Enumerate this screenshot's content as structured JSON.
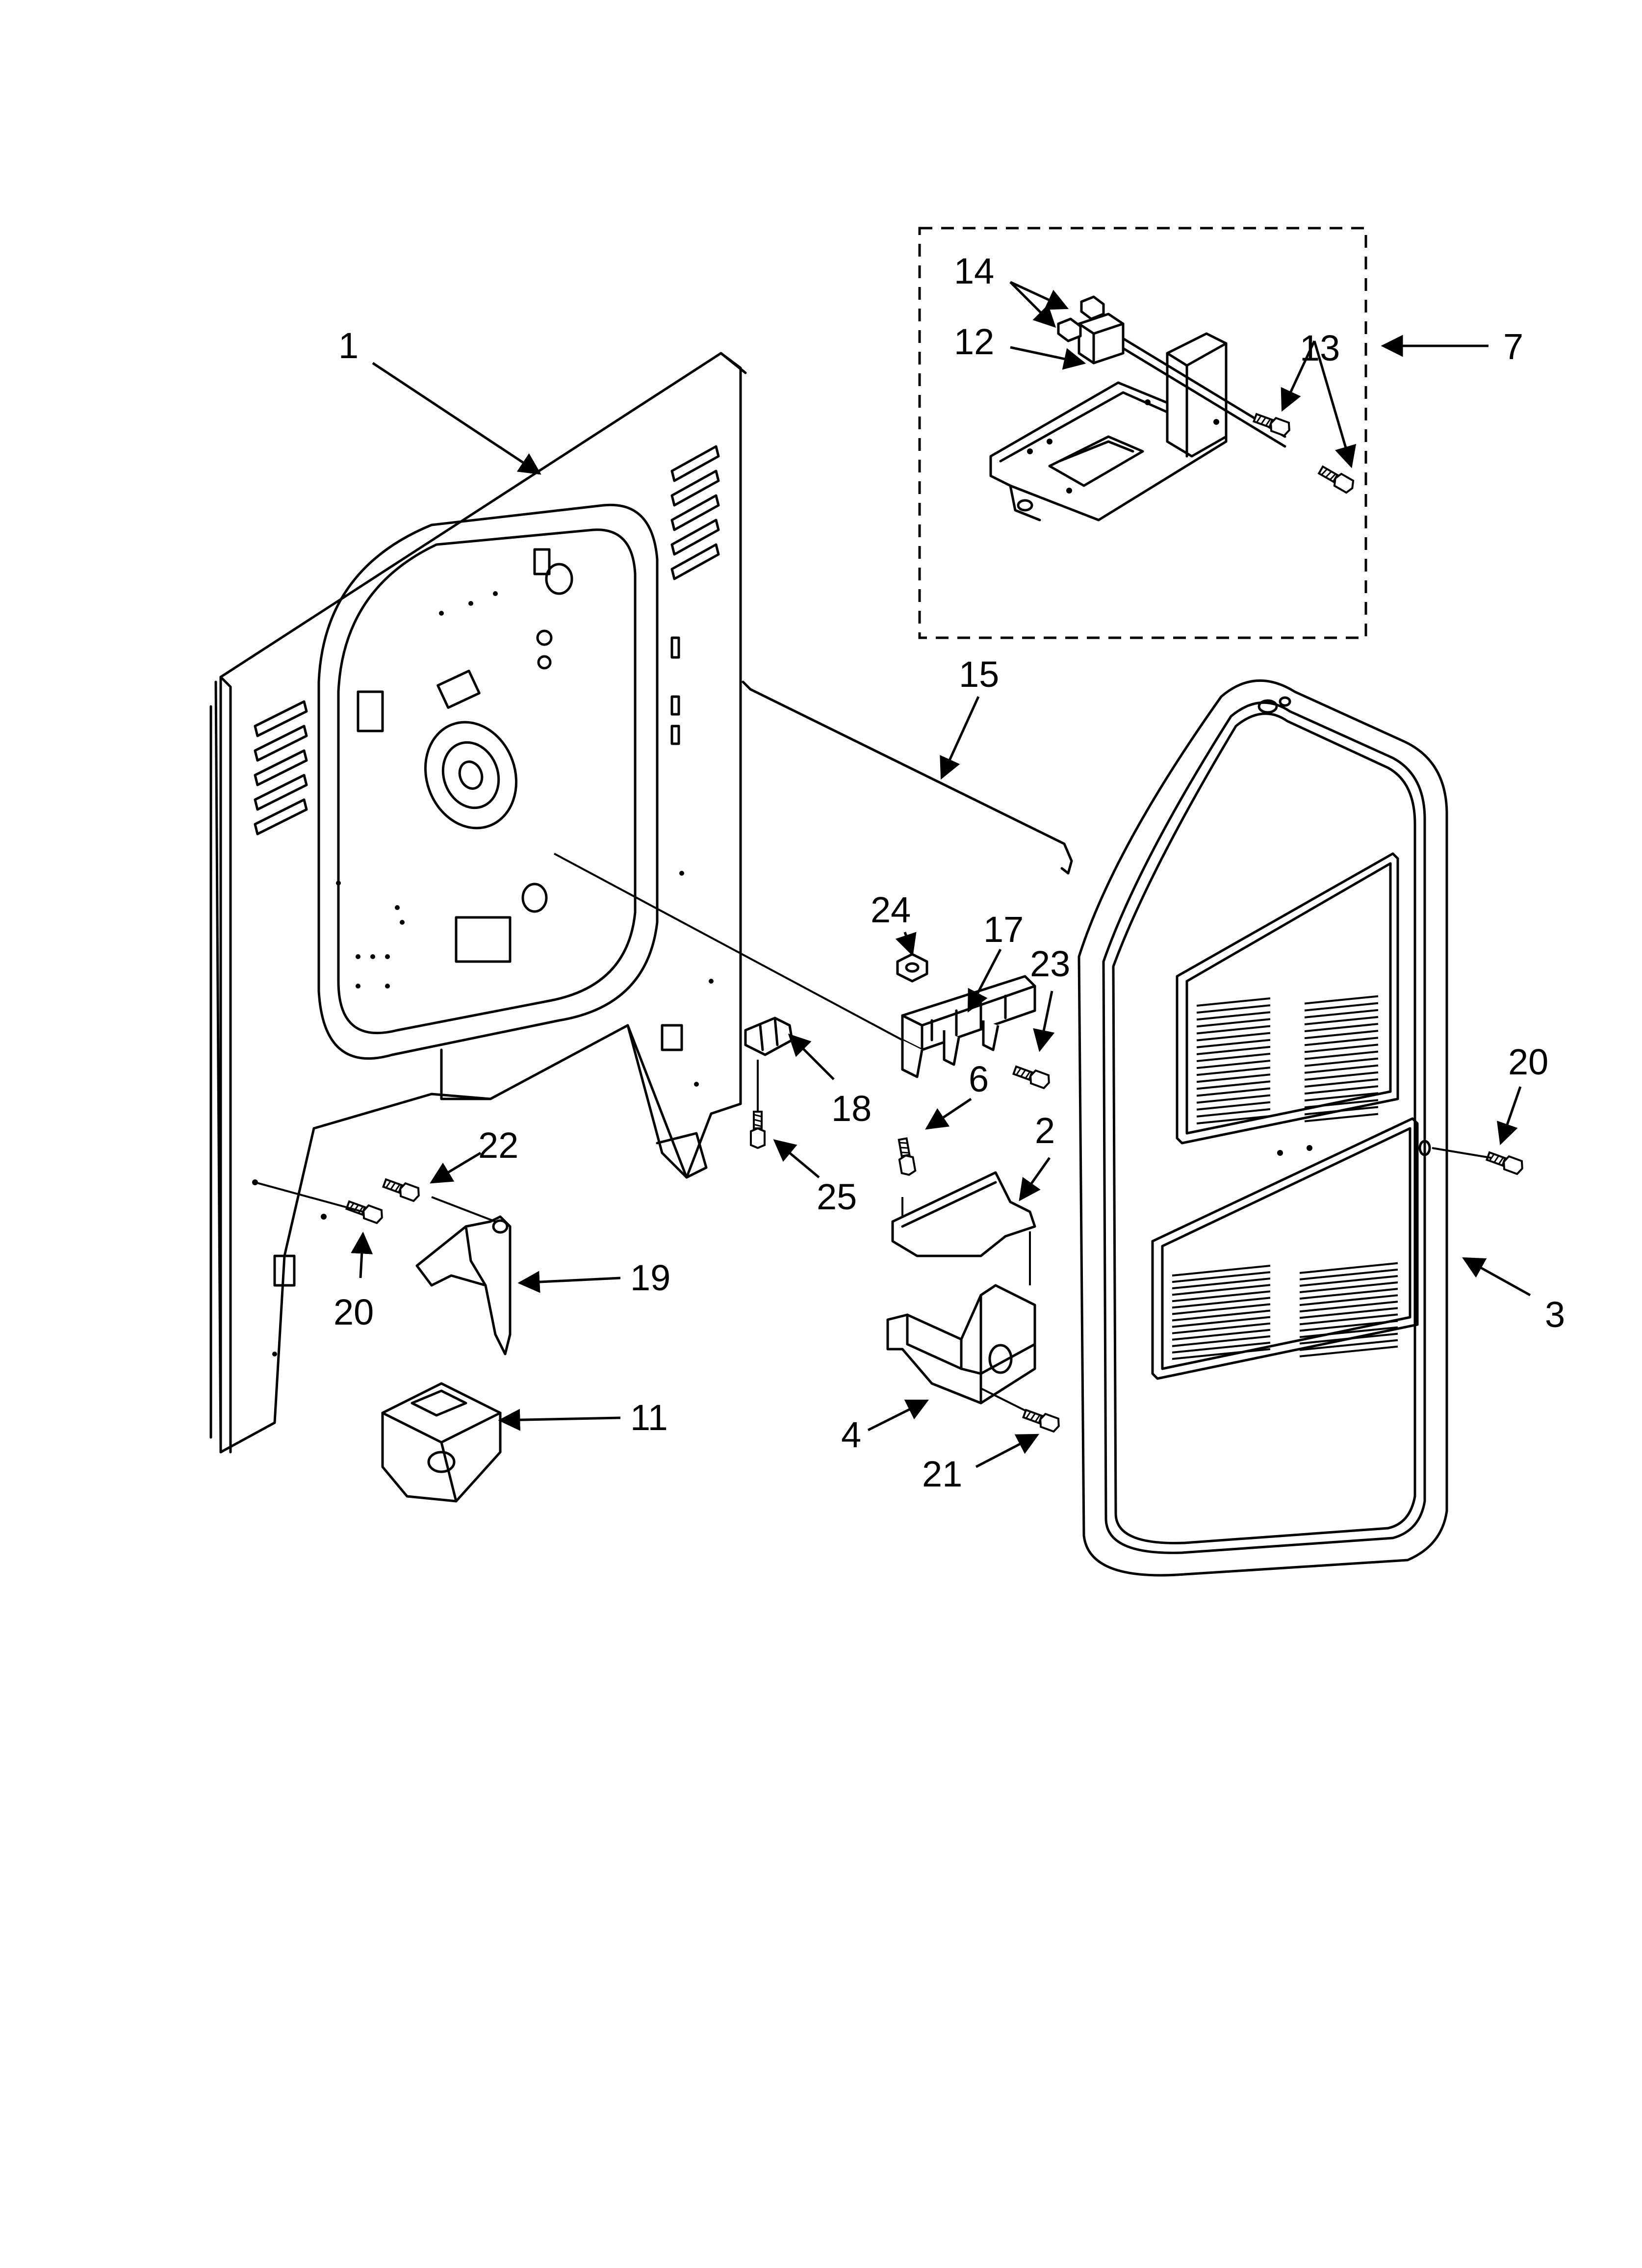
{
  "labels": {
    "l1": "1",
    "l2": "2",
    "l3": "3",
    "l4": "4",
    "l6": "6",
    "l7": "7",
    "l11": "11",
    "l12": "12",
    "l13": "13",
    "l14": "14",
    "l15": "15",
    "l17": "17",
    "l18": "18",
    "l19": "19",
    "l20a": "20",
    "l20b": "20",
    "l21": "21",
    "l22": "22",
    "l23": "23",
    "l24": "24",
    "l25": "25"
  }
}
